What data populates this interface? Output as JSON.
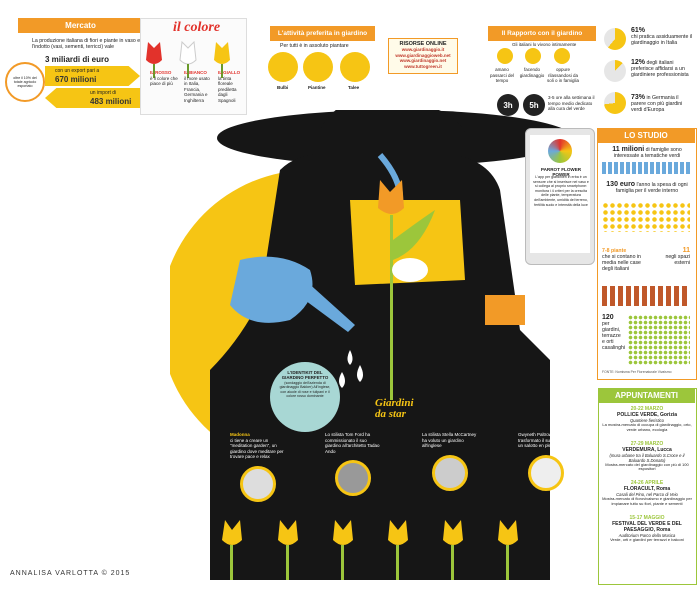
{
  "colors": {
    "orange": "#f29a27",
    "yellow": "#f6c514",
    "green": "#9cc63b",
    "blue": "#6aa9dc",
    "black": "#161616",
    "red": "#e2322b"
  },
  "mercato": {
    "title": "Mercato",
    "intro": "La produzione italiana di fiori e piante in vaso e l'indotto (vasi, sementi, terricci) vale",
    "total": "3 miliardi di euro",
    "export_pre": "con un export pari a",
    "export": "670 milioni",
    "import_pre": "un import di",
    "import": "483 milioni",
    "badge": "oltre il 10% del totale agricolo esportato"
  },
  "colore": {
    "title": "il colore",
    "items": [
      {
        "name": "IL ROSSO",
        "text": "è il colore che piace di più"
      },
      {
        "name": "IL BIANCO",
        "text": "il more usato in Italia, Francia, Germania e Inghilterra"
      },
      {
        "name": "IL GIALLO",
        "text": "la tinta floreale prediletta dagli Spagnoli"
      }
    ]
  },
  "attivita": {
    "title": "L'attività preferita in giardino",
    "sub": "Per tutti è in assoluto piantare",
    "items": [
      "Bulbi",
      "Piantine",
      "Talee"
    ]
  },
  "risorse": {
    "title": "RISORSE ONLINE",
    "links": [
      "www.giardinaggio.it",
      "www.giardinaggioweb.net",
      "www.giardinaggio.net",
      "www.tuttogreen.it"
    ]
  },
  "rapporto": {
    "title": "Il Rapporto con il giardino",
    "sub": "Gli italiani lo vivono intimamente",
    "items": [
      "amano passarci del tempo",
      "facendo giardinaggio",
      "oppure rilassandosi da soli o in famiglia"
    ],
    "hours": [
      "3h",
      "5h"
    ],
    "hours_text": "3-5 ore alla settimana il tempo medio dedicato alla cura del verde"
  },
  "stats": [
    {
      "value": "61%",
      "text": "chi pratica assiduamente il giardinaggio in Italia"
    },
    {
      "value": "12%",
      "text": "degli italiani preferisce affidarsi a un giardiniere professionista"
    },
    {
      "value": "73%",
      "text": "in Germania il parere con più giardini verdi d'Europa"
    }
  ],
  "app": {
    "title": "PARROT FLOWER POWER",
    "text": "L'app per giardinieri in erba è un sensore che si inserisce nel vaso e si collega al proprio smartphone: monitora i 4 criteri per la crescita delle piante, temperatura dell'ambiente, umidità del terreno, fertilità suolo e intensità della luce"
  },
  "identikit": {
    "title": "L'IDENTIKIT DEL GIARDINO PERFETTO",
    "text": "(sondaggio dell'azienda di giardinaggio Bakker) All'inglese, con aiuole di rose e tulipani e il colore rosso dominante"
  },
  "center_title": "Giardini da star",
  "stars": [
    {
      "name": "Madonna",
      "text": "ci tiene a creare un \"meditation garden\", un giardino dove meditare per trovare pace e relax"
    },
    {
      "name": "Tom Ford",
      "text": "Lo stilista Tom Ford ha commissionato il suo giardino all'architetto Tadao Ando"
    },
    {
      "name": "Stella McCartney",
      "text": "La stilista Stella McCartney ha voluto un giardino all'inglese"
    },
    {
      "name": "Gwyneth Paltrow",
      "text": "Gwyneth Paltrow ha trasformato il suo giardino in un salotto en plein air"
    }
  ],
  "studio": {
    "title": "LO STUDIO",
    "families": "11 milioni",
    "families_text": "di famiglie sono interessate a tematiche verdi",
    "spend": "130 euro",
    "spend_text": "l'anno la spesa di ogni famiglia per il verde interno",
    "plants": "7-8 piante",
    "plants_text": "che si contano in media nelle case degli italiani",
    "spaces": "11",
    "spaces_text": "negli spazi esterni",
    "gardens": "120",
    "gardens_text": "per giardini, terrazze e orti casalinghi",
    "source": "FONTE: Nomisma Per Florenaturale Vivaismo"
  },
  "appuntamenti": {
    "title": "APPUNTAMENTI",
    "events": [
      {
        "date": "20-22 MARZO",
        "name": "POLLICE VERDE, Gorizia",
        "place": "Quartiere fieristico",
        "text": "La mostra-mercato di occupa di giardinaggio, orto, verde urbano, ecologia"
      },
      {
        "date": "27-29 MARZO",
        "name": "VERDEMURA, Lucca",
        "place": "(mura urbane tra il Baluardo S.Croce e il Baluardo S.Donato)",
        "text": "Mostra-mercato del giardinaggio con più di 100 espositori"
      },
      {
        "date": "24-26 APRILE",
        "name": "FLORACULT, Roma",
        "place": "Casali del Pino, nel Parco di Veio",
        "text": "Mostra-mercato di florovivaismo e giardinaggio per impianare tutto su fiori, piante e sementi"
      },
      {
        "date": "15-17 MAGGIO",
        "name": "FESTIVAL DEL VERDE E DEL PAESAGGIO, Roma",
        "place": "Auditorium Parco della Musica",
        "text": "Verde, orti e giardini per terrazzi e balconi"
      }
    ]
  },
  "credit": "ANNALISA VARLOTTA © 2015"
}
